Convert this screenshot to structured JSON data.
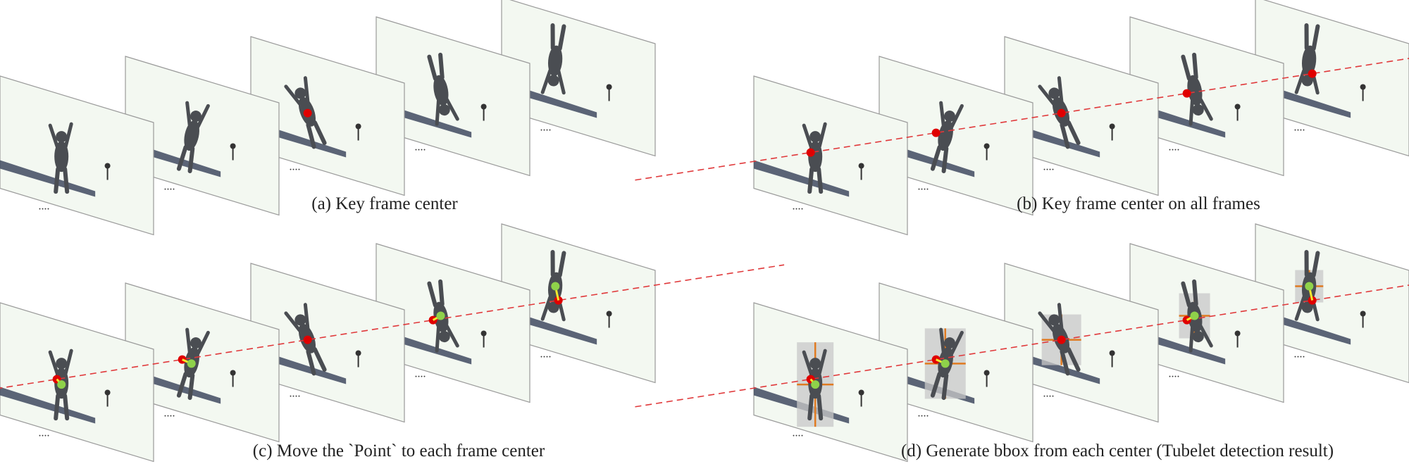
{
  "figure": {
    "panels": [
      {
        "id": "a",
        "caption": "(a) Key frame center",
        "trajectory": false,
        "centers": "key",
        "arrows": false,
        "bboxes": false
      },
      {
        "id": "b",
        "caption": "(b) Key frame center on all frames",
        "trajectory": true,
        "centers": "all",
        "arrows": false,
        "bboxes": false
      },
      {
        "id": "c",
        "caption": "(c) Move the `Point` to each frame center",
        "trajectory": true,
        "centers": "moved",
        "arrows": true,
        "bboxes": false
      },
      {
        "id": "d",
        "caption": "(d) Generate bbox from each center (Tubelet detection result)",
        "trajectory": true,
        "centers": "moved",
        "arrows": true,
        "bboxes": true
      }
    ],
    "ellipsis": "....",
    "colors": {
      "frame_bg": "#f3f8f1",
      "frame_border": "#9a9a9a",
      "trajectory": "#e0393b",
      "center_point": "#e00000",
      "moved_point": "#8fd24a",
      "arrow": "#f2ea2e",
      "bbox_fill": "#c8c8c8",
      "bbox_cross": "#e07a20",
      "diver": "#4a4d52",
      "platform": "#3f4a60"
    }
  }
}
